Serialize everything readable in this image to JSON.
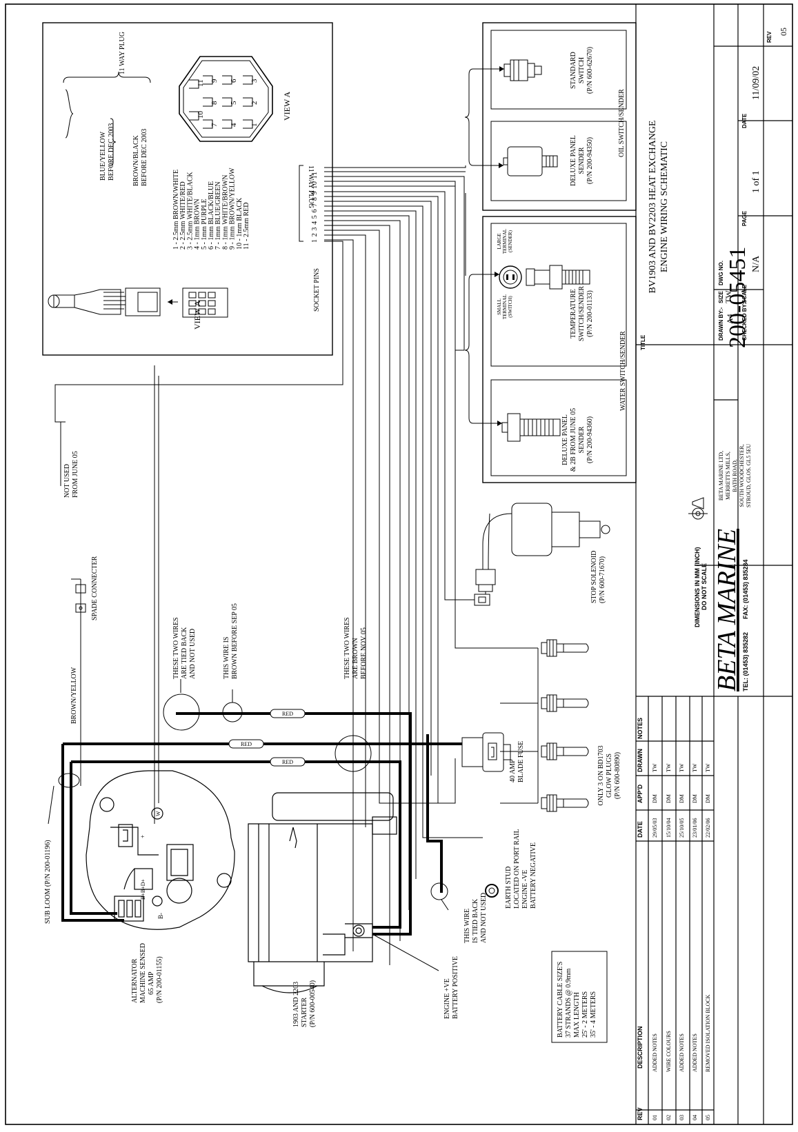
{
  "title_block": {
    "title_label": "TITLE",
    "title_line1": "BV1903 AND BV2203 HEAT EXCHANGE",
    "title_line2": "ENGINE WIRING SCHEMATIC",
    "size_label": "SIZE",
    "size_value": "A4",
    "dwg_label": "DWG NO.",
    "dwg_value": "200-05451",
    "rev_label": "REV",
    "rev_value": "05",
    "scale_label": "SCALE",
    "scale_value": "N/A",
    "page_label": "PAGE",
    "page_value": "1 of 1",
    "date_label": "DATE",
    "date_value": "11/09/02",
    "drawn_label": "DRAWN BY:-",
    "drawn_value": "TW",
    "checked_label": "CHECKED BY:-",
    "checked_value": "",
    "company": "BETA MARINE",
    "tel": "TEL: (01453) 835282",
    "fax": "FAX: (01453) 835284",
    "address": [
      "BETA MARINE LTD,",
      "MERRETTS MILLS,",
      "BATH ROAD,",
      "SOUTH WOODCHESTER,",
      "STROUD, GLOS. GL5 5EU"
    ],
    "dimensions": "DIMENSIONS IN MM (INCH)",
    "do_not_scale": "DO NOT SCALE"
  },
  "revisions": {
    "headers": [
      "REV",
      "DESCRIPTION",
      "DATE",
      "APP'D",
      "DRAWN",
      "NOTES"
    ],
    "rows": [
      [
        "01",
        "ADDED NOTES",
        "29/05/03",
        "DM",
        "TW"
      ],
      [
        "02",
        "WIRE COLOURS",
        "15/10/04",
        "DM",
        "TW"
      ],
      [
        "03",
        "ADDED NOTES",
        "25/10/05",
        "DM",
        "TW"
      ],
      [
        "04",
        "ADDED NOTES",
        "23/01/06",
        "DM",
        "TW"
      ],
      [
        "05",
        "REMOVED ISOLATION BLOCK",
        "22/02/06",
        "DM",
        "TW"
      ]
    ]
  },
  "plug": {
    "title": "11 WAY PLUG",
    "wires": [
      "1 - 2.5mm BROWN/WHITE",
      "2 - 2.5mm WHITE/RED",
      "3 - 2.5mm WHITE/BLACK",
      "4 - 1mm BROWN",
      "5 - 1mm PURPLE",
      "6 - 1mm BLACK/BLUE",
      "7 - 1mm BLUE/GREEN",
      "8 - 1mm WHITE/BROWN",
      "9 - 1mm BROWN/YELLOW",
      "10 - 1mm BLACK",
      "11 - 2.5mm RED"
    ],
    "note1_a": "BLUE/YELLOW",
    "note1_b": "BEFORE DEC 2003",
    "note2_a": "BROWN/BLACK",
    "note2_b": "BEFORE DEC 2003",
    "view_a": "VIEW A",
    "socket_pins": "SOCKET PINS",
    "plug_label": "11 WAY PLUG",
    "pin_numbers": "1 2 3 4 5 6 7 8 9 10 11"
  },
  "oil_box": {
    "title": "OIL SWITCH/SENDER",
    "standard": [
      "STANDARD",
      "SWITCH",
      "(P/N 600-62670)"
    ],
    "deluxe": [
      "DELUXE PANEL",
      "SENDER",
      "(P/N 200-94350)"
    ]
  },
  "water_box": {
    "title": "WATER SWITCH/SENDER",
    "temp": [
      "TEMPERATURE",
      "SWITCH/SENDER",
      "(P/N 200-01133)"
    ],
    "large_terminal": [
      "LARGE",
      "TERMINAL",
      "(SENDER)"
    ],
    "small_terminal": [
      "SMALL",
      "TERMINAL",
      "(SWITCH)"
    ],
    "deluxe": [
      "DELUXE PANEL",
      "& 2B FROM JUNE 05",
      "SENDER",
      "(P/N 200-94360)"
    ]
  },
  "labels": {
    "not_used": [
      "NOT USED",
      "FROM JUNE 05"
    ],
    "spade": "SPADE CONNECTER",
    "brown_yellow": "BROWN/YELLOW",
    "two_wires_tied": [
      "THESE TWO WIRES",
      "ARE TIED BACK",
      "AND NOT USED"
    ],
    "brown_before_sep": [
      "THIS WIRE IS",
      "BROWN BEFORE SEP 05"
    ],
    "two_wires_brown": [
      "THESE TWO WIRES",
      "ARE BROWN",
      "BEFORE NOV 05"
    ],
    "stop_solenoid": [
      "STOP SOLENOID",
      "(P/N 600-71670)"
    ],
    "glow_plugs": [
      "ONLY 3 ON BD1703",
      "GLOW PLUGS",
      "(P/N 600-80890)"
    ],
    "blade_fuse": [
      "40 AMP",
      "BLADE FUSE"
    ],
    "sub_loom": "SUB LOOM (P/N 200-01196)",
    "alternator": [
      "ALTERNATOR",
      "MACHINE SENSED",
      "65 AMP",
      "(P/N 200-01155)"
    ],
    "starter": [
      "1903 AND 2203",
      "STARTER",
      "(P/N 600-00540)"
    ],
    "engine_pos": [
      "ENGINE +VE",
      "BATTERY POSITIVE"
    ],
    "tied_back_one": [
      "THIS WIRE",
      "IS TIED BACK",
      "AND NOT USED"
    ],
    "earth_stud": [
      "EARTH STUD",
      "LOCATED ON PORT RAIL",
      "ENGINE -VE",
      "BATTERY NEGATIVE"
    ],
    "battery_cable": [
      "BATTERY CABLE SIZE'S",
      "37 STRANDS @ 0.9mm",
      "MAX LENGTH",
      "25' - 2 METERS",
      "35' - 4 METERS"
    ],
    "red": "RED",
    "alt_terms": "B+B+D+",
    "alt_bminus": "B-",
    "alt_w": "W",
    "alt_plus": "+"
  }
}
